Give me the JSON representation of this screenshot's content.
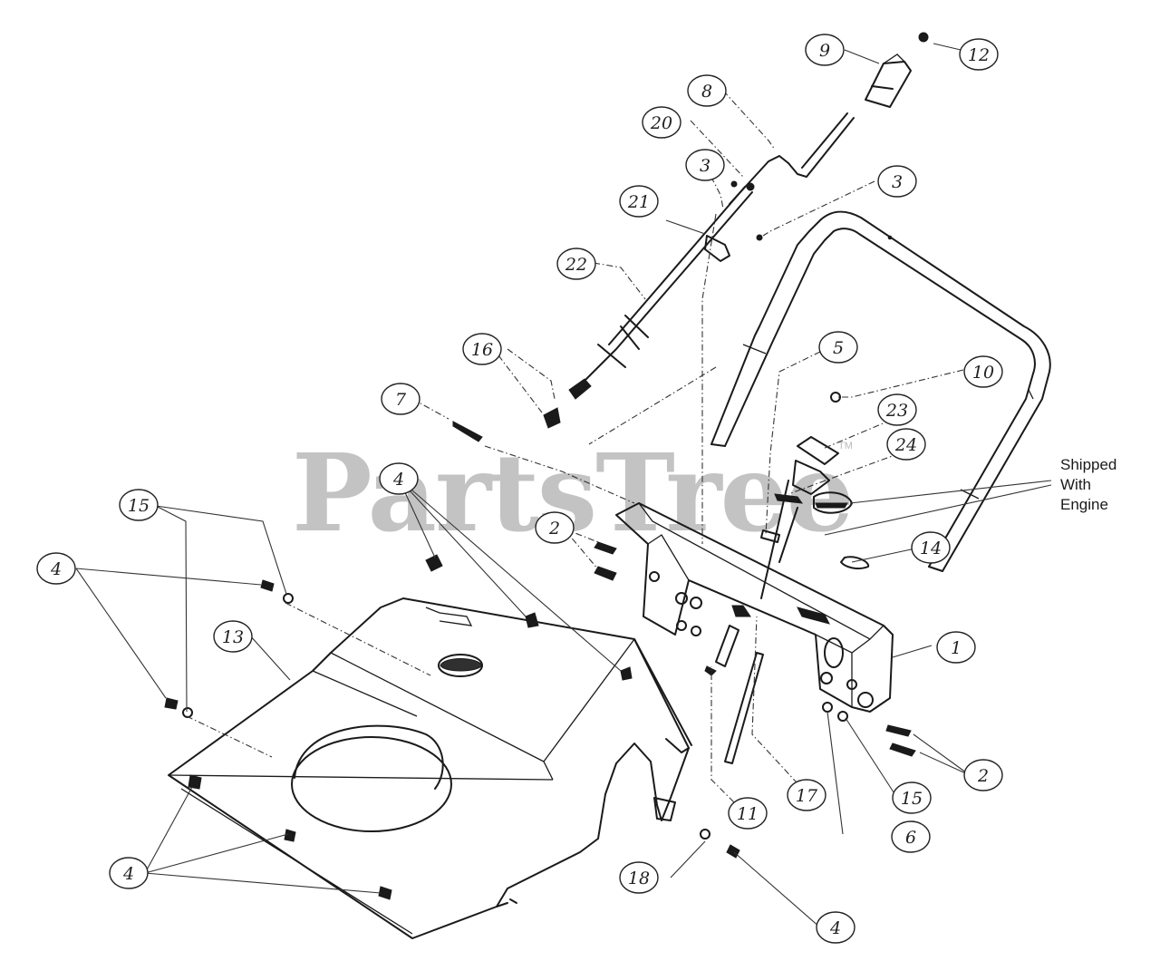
{
  "watermark": {
    "text": "PartsTree",
    "mark": "TM"
  },
  "note": {
    "line1": "Shipped",
    "line2": "With",
    "line3": "Engine"
  },
  "callouts": [
    {
      "label": "1"
    },
    {
      "label": "2"
    },
    {
      "label": "2"
    },
    {
      "label": "3"
    },
    {
      "label": "3"
    },
    {
      "label": "4"
    },
    {
      "label": "4"
    },
    {
      "label": "4"
    },
    {
      "label": "4"
    },
    {
      "label": "5"
    },
    {
      "label": "6"
    },
    {
      "label": "7"
    },
    {
      "label": "8"
    },
    {
      "label": "9"
    },
    {
      "label": "10"
    },
    {
      "label": "11"
    },
    {
      "label": "12"
    },
    {
      "label": "13"
    },
    {
      "label": "14"
    },
    {
      "label": "15"
    },
    {
      "label": "15"
    },
    {
      "label": "16"
    },
    {
      "label": "17"
    },
    {
      "label": "18"
    },
    {
      "label": "20"
    },
    {
      "label": "21"
    },
    {
      "label": "22"
    },
    {
      "label": "23"
    },
    {
      "label": "24"
    }
  ]
}
